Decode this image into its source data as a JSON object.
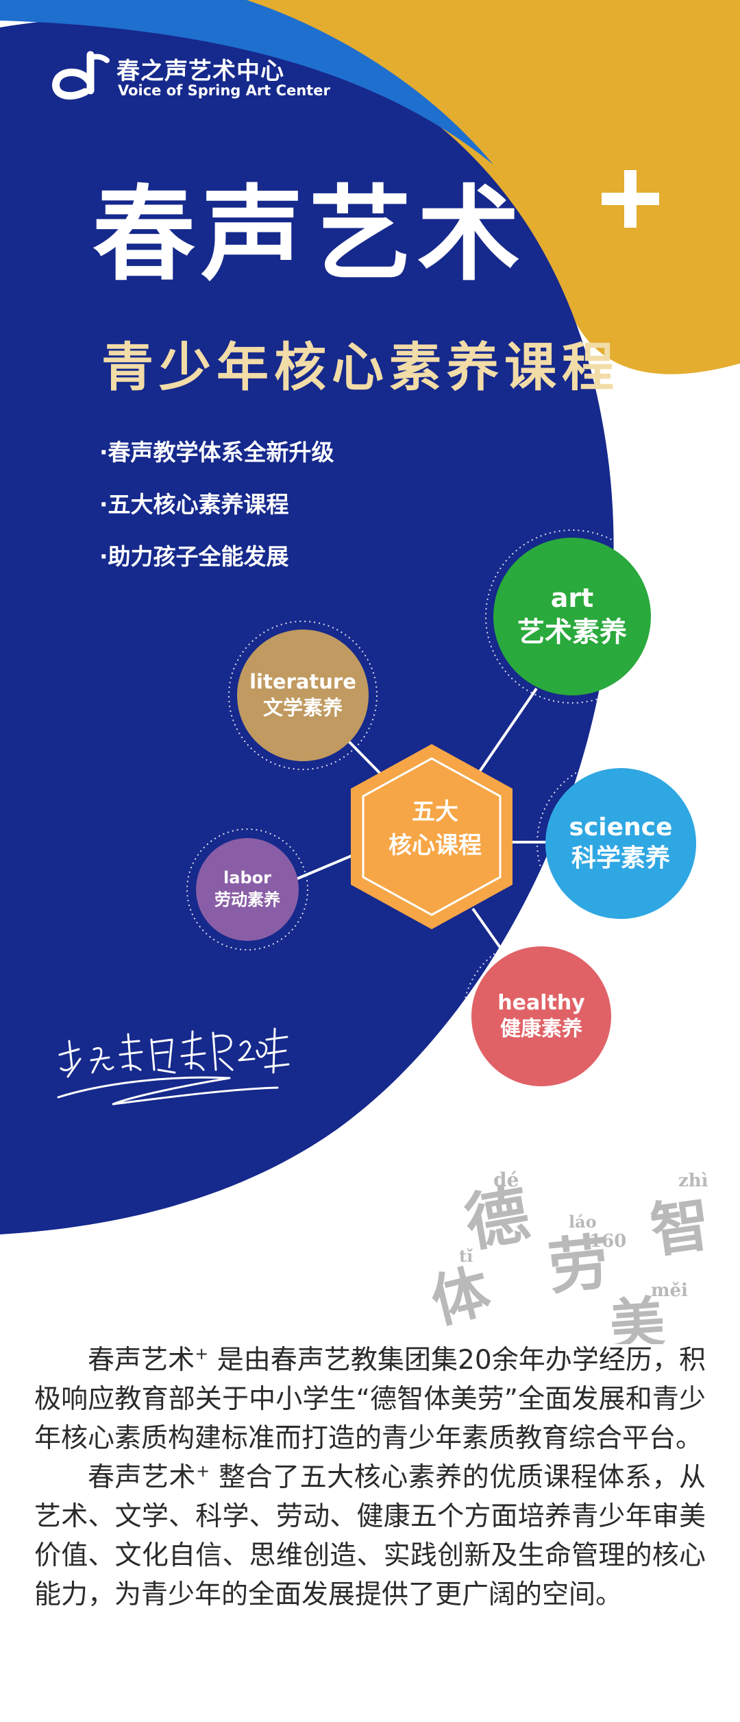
{
  "colors": {
    "navy": "#16298c",
    "blue": "#1f6fcf",
    "gold": "#e4ad30",
    "cream": "#f2dca7",
    "hexagon": "#f6a646",
    "art": "#2aa93c",
    "literature": "#c09a60",
    "science": "#2fa7e2",
    "labor": "#8a5ea6",
    "healthy": "#e06266",
    "text": "#2b2b2b"
  },
  "logo": {
    "name_cn": "春之声艺术中心",
    "name_en": "Voice of Spring Art Center"
  },
  "hero": {
    "title": "春声艺术",
    "subtitle": "青少年核心素养课程"
  },
  "bullets": [
    "·春声教学体系全新升级",
    "·五大核心素养课程",
    "·助力孩子全能发展"
  ],
  "diagram": {
    "center": [
      "五大",
      "核心课程"
    ],
    "nodes": {
      "art": {
        "en": "art",
        "cn": "艺术素养"
      },
      "literature": {
        "en": "literature",
        "cn": "文学素养"
      },
      "science": {
        "en": "science",
        "cn": "科学素养"
      },
      "labor": {
        "en": "labor",
        "cn": "劳动素养"
      },
      "healthy": {
        "en": "healthy",
        "cn": "健康素养"
      }
    }
  },
  "signature": "专注素质教育20年",
  "watermark": {
    "characters": [
      "德",
      "智",
      "体",
      "劳",
      "美"
    ],
    "pinyin": [
      "dé",
      "zhì",
      "tǐ",
      "láo",
      "měi"
    ]
  },
  "body": {
    "p1_brand": "春声艺术",
    "p1_rest": "是由春声艺教集团集20余年办学经历，积极响应教育部关于中小学生“德智体美劳”全面发展和青少年核心素质构建标准而打造的青少年素质教育综合平台。",
    "p2_brand": "春声艺术",
    "p2_rest": "整合了五大核心素养的优质课程体系，从艺术、文学、科学、劳动、健康五个方面培养青少年审美价值、文化自信、思维创造、实践创新及生命管理的核心能力，为青少年的全面发展提供了更广阔的空间。",
    "plus": "+"
  }
}
